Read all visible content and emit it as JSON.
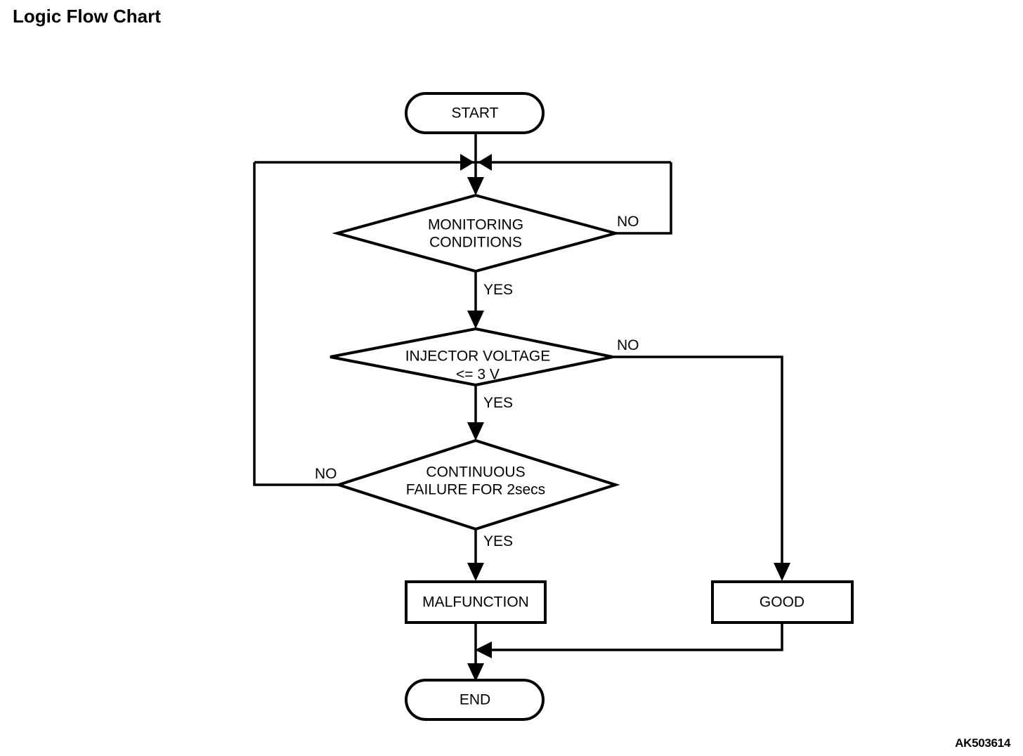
{
  "page": {
    "title": "Logic Flow Chart",
    "figure_code": "AK503614",
    "background_color": "#FFFFFF",
    "line_color": "#000000"
  },
  "chart_data": {
    "type": "diagram",
    "title": "Logic Flow Chart",
    "nodes": [
      {
        "id": "start",
        "shape": "stadium",
        "label": "START"
      },
      {
        "id": "monitoring",
        "shape": "decision",
        "label_line1": "MONITORING",
        "label_line2": "CONDITIONS"
      },
      {
        "id": "injector",
        "shape": "decision",
        "label_line1": "INJECTOR VOLTAGE",
        "label_line2": "<= 3 V"
      },
      {
        "id": "continuous",
        "shape": "decision",
        "label_line1": "CONTINUOUS",
        "label_line2": "FAILURE FOR 2secs"
      },
      {
        "id": "malfunction",
        "shape": "rectangle",
        "label": "MALFUNCTION"
      },
      {
        "id": "good",
        "shape": "rectangle",
        "label": "GOOD"
      },
      {
        "id": "end",
        "shape": "stadium",
        "label": "END"
      }
    ],
    "edges": [
      {
        "from": "start",
        "to": "monitoring",
        "label": ""
      },
      {
        "from": "monitoring",
        "to": "injector",
        "label": "YES"
      },
      {
        "from": "monitoring",
        "to": "start-junction",
        "label": "NO"
      },
      {
        "from": "injector",
        "to": "continuous",
        "label": "YES"
      },
      {
        "from": "injector",
        "to": "good",
        "label": "NO"
      },
      {
        "from": "continuous",
        "to": "malfunction",
        "label": "YES"
      },
      {
        "from": "continuous",
        "to": "start-junction",
        "label": "NO"
      },
      {
        "from": "malfunction",
        "to": "end",
        "label": ""
      },
      {
        "from": "good",
        "to": "end",
        "label": ""
      }
    ]
  },
  "labels": {
    "start": "START",
    "monitoring_l1": "MONITORING",
    "monitoring_l2": "CONDITIONS",
    "injector_l1": "INJECTOR VOLTAGE",
    "injector_l2": "<= 3 V",
    "continuous_l1": "CONTINUOUS",
    "continuous_l2": "FAILURE FOR 2secs",
    "malfunction": "MALFUNCTION",
    "good": "GOOD",
    "end": "END",
    "no_monitoring": "NO",
    "yes_monitoring": "YES",
    "no_injector": "NO",
    "yes_injector": "YES",
    "no_continuous": "NO",
    "yes_continuous": "YES"
  }
}
